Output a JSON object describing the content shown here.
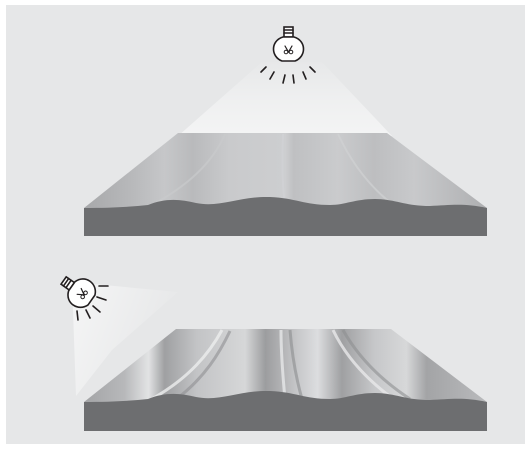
{
  "figure": {
    "panels": [
      {
        "id": "overhead-light",
        "light_direction": "overhead",
        "shading": "flat"
      },
      {
        "id": "low-angle-light",
        "light_direction": "low-angle-side",
        "shading": "raking"
      }
    ],
    "colors": {
      "background": "#e6e7e8",
      "slab_side": "#6d6e70",
      "surface_light": "#d0d1d3",
      "surface_mid": "#b9babc",
      "surface_dark": "#a0a1a3",
      "light_cone": "#ffffff",
      "bulb_stroke": "#231f20"
    },
    "icons": [
      "light-bulb-icon",
      "light-bulb-icon"
    ]
  }
}
